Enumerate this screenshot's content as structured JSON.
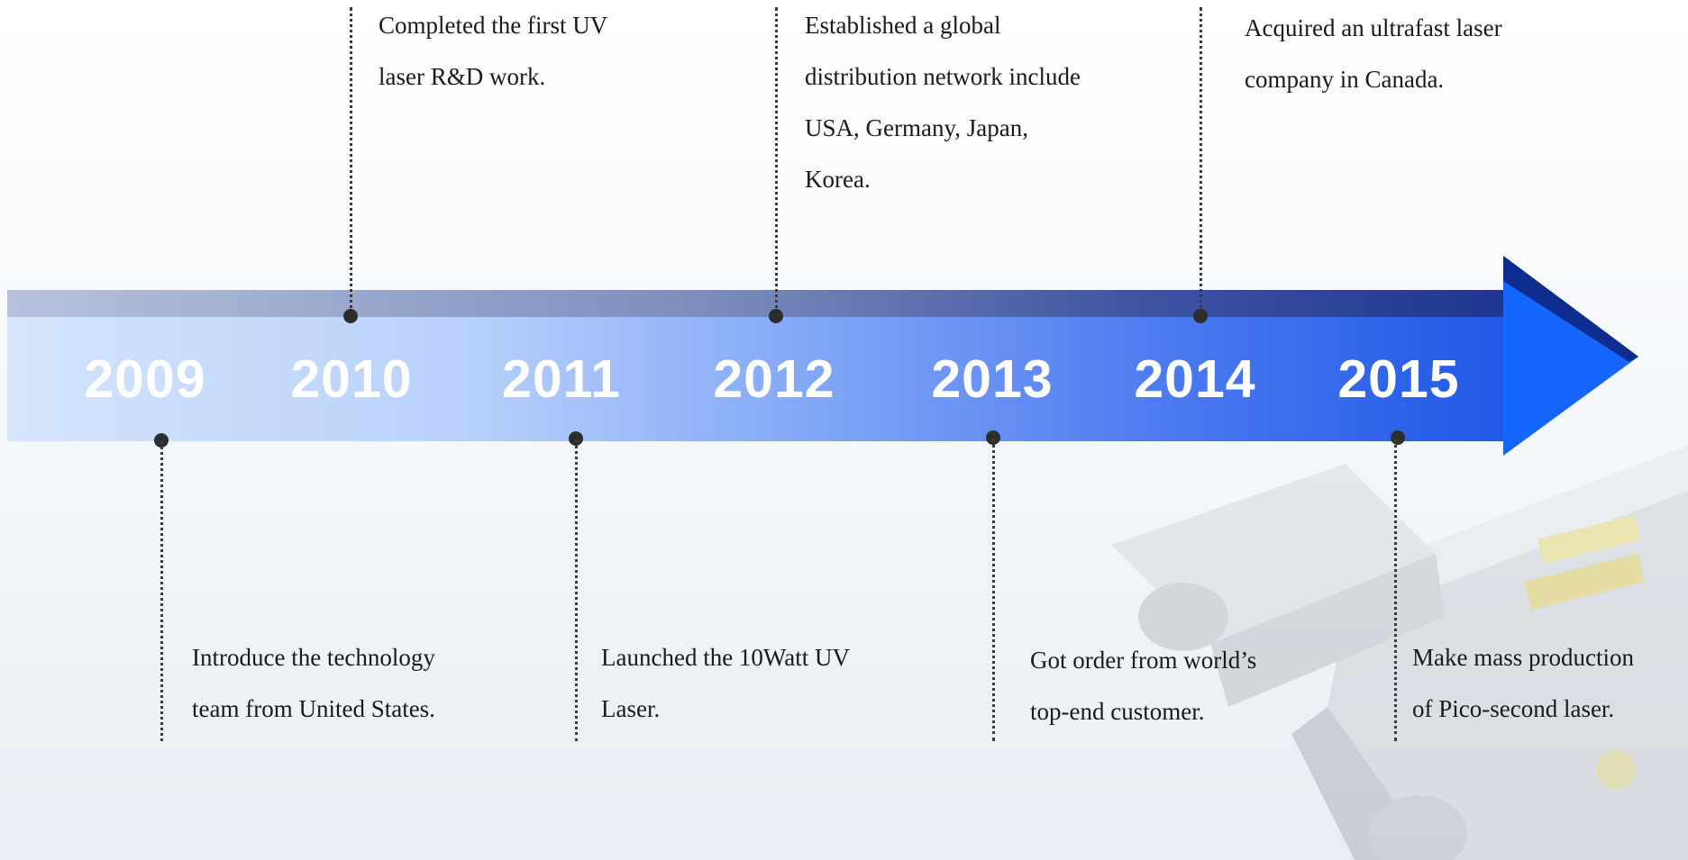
{
  "timeline": {
    "years": [
      "2009",
      "2010",
      "2011",
      "2012",
      "2013",
      "2014",
      "2015"
    ],
    "events": {
      "e2009": [
        "Introduce the technology",
        "team from United States."
      ],
      "e2010": [
        "Completed the first UV",
        "laser R&D work."
      ],
      "e2011": [
        "Launched the 10Watt UV",
        "Laser."
      ],
      "e2012": [
        "Established a global",
        "distribution network include",
        "USA, Germany, Japan,",
        "Korea."
      ],
      "e2013": [
        "Got order from world’s",
        "top-end customer."
      ],
      "e2014": [
        "Acquired an ultrafast laser",
        "company in Canada."
      ],
      "e2015": [
        "Make mass production",
        "of Pico-second laser."
      ]
    }
  },
  "colors": {
    "arrow_start": "#d4e4fb",
    "arrow_end": "#1f58e6",
    "arrow_head": "#1565ff",
    "connector": "#2d2d2d"
  }
}
